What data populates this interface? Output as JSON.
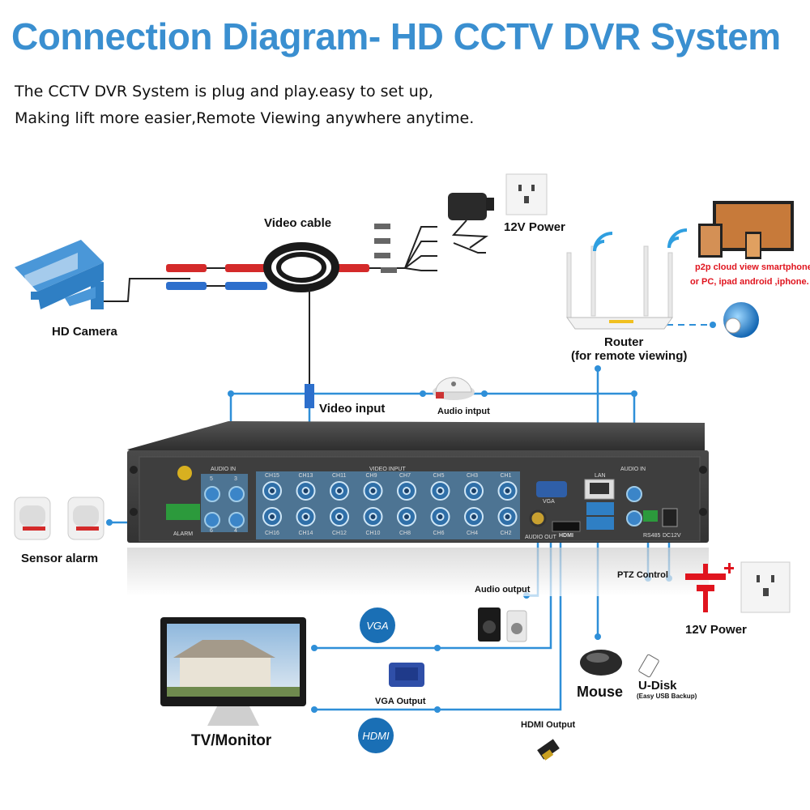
{
  "header": {
    "title": "Connection Diagram- HD CCTV DVR System",
    "line1": "The CCTV DVR System is plug and play.easy to set up,",
    "line2": "Making lift more easier,Remote Viewing anywhere anytime."
  },
  "labels": {
    "hd_camera": "HD Camera",
    "video_cable": "Video cable",
    "power_top": "12V Power",
    "p2p_line1": "p2p cloud  view smartphone",
    "p2p_line2": "or PC, ipad android ,iphone.",
    "router": "Router",
    "router_sub": "(for remote viewing)",
    "video_input": "Video input",
    "audio_input": "Audio intput",
    "sensor_alarm": "Sensor alarm",
    "audio_output": "Audio output",
    "ptz_control": "PTZ Control",
    "power_right": "12V Power",
    "vga_badge": "VGA",
    "hdmi_badge": "HDMI",
    "vga_output": "VGA Output",
    "hdmi_output": "HDMI Output",
    "mouse": "Mouse",
    "udisk": "U-Disk",
    "udisk_sub": "(Easy USB Backup)",
    "tv_monitor": "TV/Monitor"
  },
  "dvr_panel": {
    "audio_in_left": "AUDIO IN",
    "video_input_header": "VIDEO INPUT",
    "alarm": "ALARM",
    "vga": "VGA",
    "audio_out": "AUDIO OUT",
    "hdmi": "HDMI",
    "lan": "LAN",
    "audio_in_right": "AUDIO IN",
    "rs485": "RS485",
    "dc12v": "DC12V",
    "top_row_channels": [
      "CH15",
      "CH13",
      "CH11",
      "CH9",
      "CH7",
      "CH5",
      "CH3",
      "CH1"
    ],
    "bottom_row_channels": [
      "CH16",
      "CH14",
      "CH12",
      "CH10",
      "CH8",
      "CH6",
      "CH4",
      "CH2"
    ],
    "audio_in_numbers": [
      "5",
      "3",
      "6",
      "4"
    ]
  },
  "colors": {
    "title_blue": "#3a8fd0",
    "line_blue": "#2f8fd8",
    "badge_blue": "#1a6fb5",
    "accent_red": "#e0141e"
  }
}
